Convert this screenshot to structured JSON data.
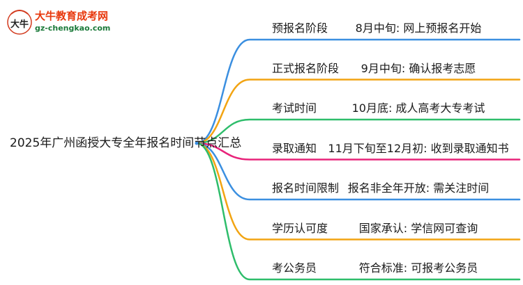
{
  "logo": {
    "title": "大牛教育成考网",
    "url": "gz-chengkao.com",
    "emblem_text": "大牛"
  },
  "root": {
    "label": "2025年广州函授大专全年报名时间节点汇总"
  },
  "branches": [
    {
      "label": "预报名阶段",
      "value": "8月中旬: 网上预报名开始",
      "color": "#3b8fe0"
    },
    {
      "label": "正式报名阶段",
      "value": "9月中旬: 确认报考志愿",
      "color": "#f2a412"
    },
    {
      "label": "考试时间",
      "value": "10月底: 成人高考大专考试",
      "color": "#2ebd6b"
    },
    {
      "label": "录取通知",
      "value": "11月下旬至12月初: 收到录取通知书",
      "color": "#e8237a"
    },
    {
      "label": "报名时间限制",
      "value": "报名非全年开放: 需关注时间",
      "color": "#3b8fe0"
    },
    {
      "label": "学历认可度",
      "value": "国家承认: 学信网可查询",
      "color": "#f2a412"
    },
    {
      "label": "考公务员",
      "value": "符合标准: 可报考公务员",
      "color": "#2ebd6b"
    }
  ]
}
